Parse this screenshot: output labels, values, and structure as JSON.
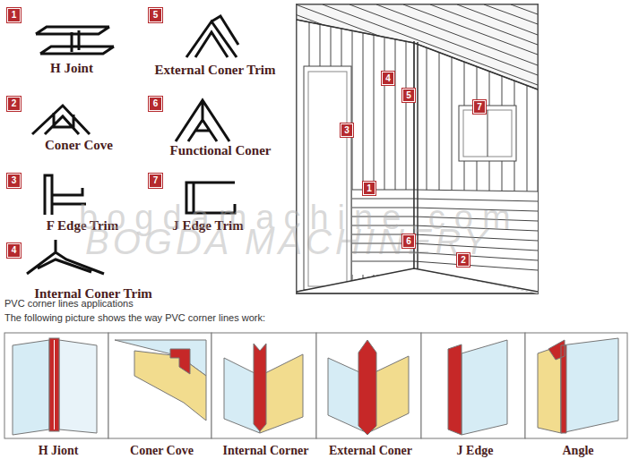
{
  "diagram": {
    "nodes": [
      {
        "text": [
          "1"
        ]
      },
      {
        "text": [
          "5"
        ]
      },
      {
        "text": [
          "2"
        ]
      },
      {
        "text": [
          "6"
        ]
      },
      {
        "text": [
          "3"
        ]
      },
      {
        "text": [
          "7"
        ]
      },
      {
        "text": [
          "4"
        ]
      },
      {
        "text": [
          "4"
        ]
      },
      {
        "text": [
          "5"
        ]
      },
      {
        "text": [
          "7"
        ]
      },
      {
        "text": [
          "3"
        ]
      },
      {
        "text": [
          "1"
        ]
      },
      {
        "text": [
          "6"
        ]
      },
      {
        "text": [
          "2"
        ]
      },
      {
        "text": [
          "H Jiont"
        ]
      },
      {
        "text": [
          "Coner Cove"
        ]
      },
      {
        "text": [
          "Internal Corner"
        ]
      },
      {
        "text": [
          "External Coner"
        ]
      },
      {
        "text": [
          "J Edge"
        ]
      },
      {
        "text": [
          "Angle"
        ]
      }
    ],
    "labels": [
      "H Joint",
      "External Coner Trim",
      "Coner Cove",
      "Functional Coner",
      "F Edge Trim",
      "J Edge Trim",
      "Internal Coner Trim",
      "bogdamachine.com",
      "BOGDA MACHINERY",
      "PVC corner lines applications",
      "The following picture shows the way PVC corner lines work:"
    ]
  }
}
